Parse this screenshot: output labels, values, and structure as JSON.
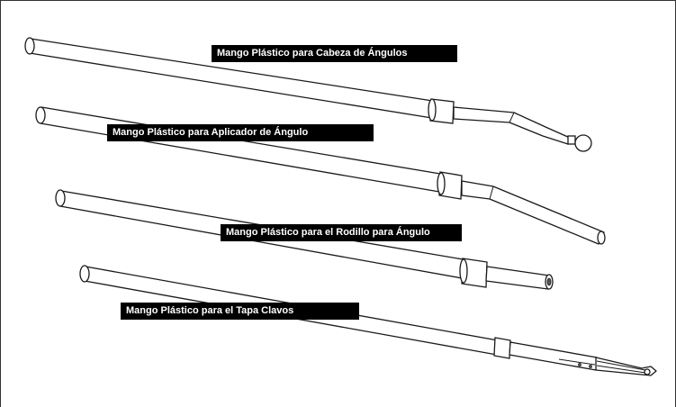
{
  "labels": {
    "handle_angle_head": "Mango Plástico para Cabeza de Ángulos",
    "handle_angle_applicator": "Mango Plástico para Aplicador de Ángulo",
    "handle_angle_roller": "Mango Plástico para el Rodillo para Ángulo",
    "handle_nail_spotter": "Mango Plástico para el Tapa Clavos"
  },
  "icons": [
    "tube-handle-icon",
    "ball-head-icon",
    "bent-tube-icon",
    "nail-spotter-tip-icon"
  ],
  "colors": {
    "label_bg": "#000000",
    "label_text": "#ffffff",
    "line": "#1a1a1a"
  }
}
